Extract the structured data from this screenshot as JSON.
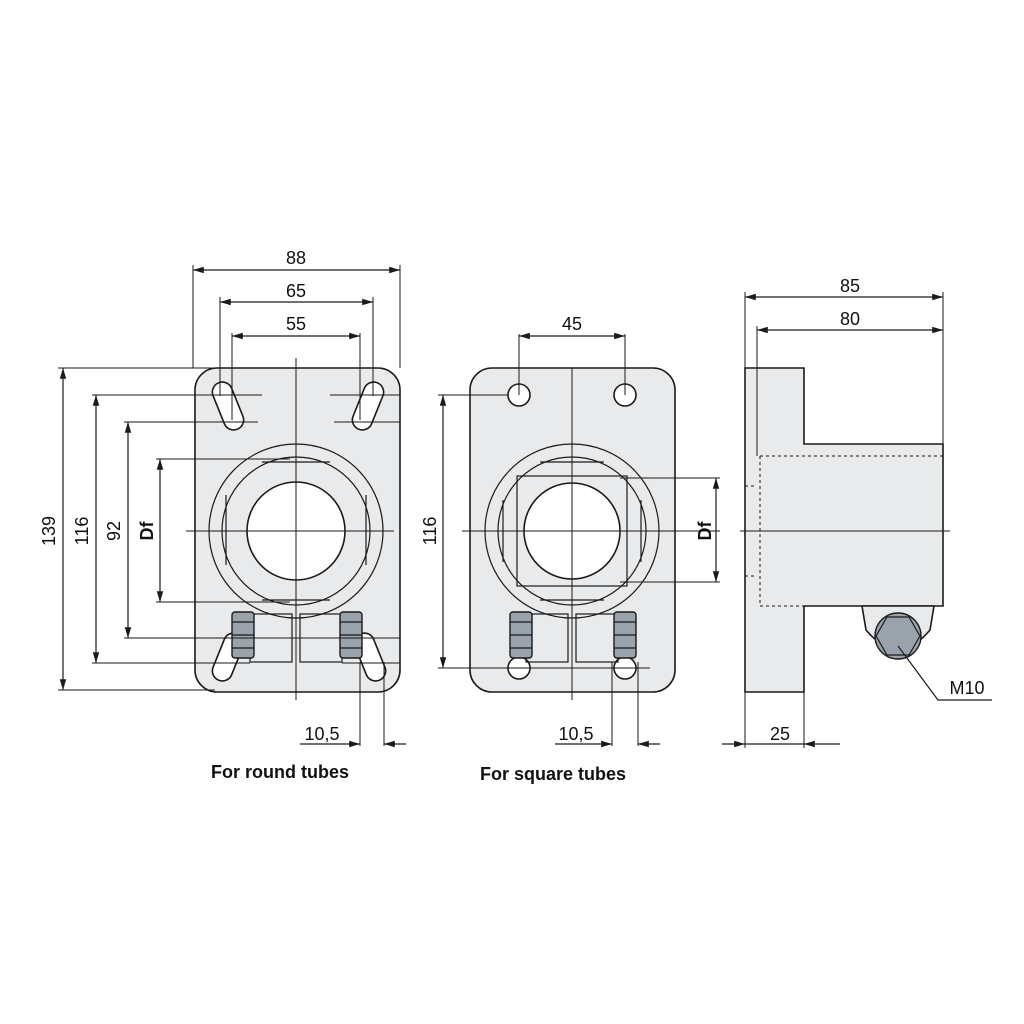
{
  "colors": {
    "part_fill": "#e9eaeb",
    "nut_fill": "#9aa3ab",
    "line": "#1a1a1a"
  },
  "round_view": {
    "caption": "For round tubes",
    "dim_88": "88",
    "dim_65": "65",
    "dim_55": "55",
    "dim_139": "139",
    "dim_116": "116",
    "dim_92": "92",
    "dim_df": "Df",
    "dim_10_5": "10,5"
  },
  "square_view": {
    "caption": "For square tubes",
    "dim_45": "45",
    "dim_116": "116",
    "dim_df": "Df",
    "dim_10_5": "10,5"
  },
  "side_view": {
    "dim_85": "85",
    "dim_80": "80",
    "dim_25": "25",
    "bolt_label": "M10"
  }
}
